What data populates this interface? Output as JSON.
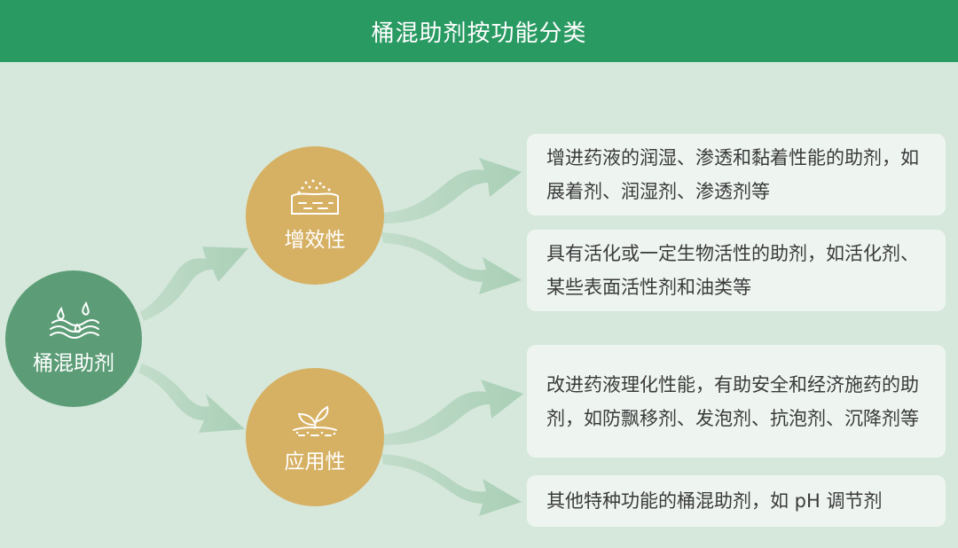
{
  "header": {
    "title": "桶混助剂按功能分类"
  },
  "root": {
    "label": "桶混助剂",
    "icon": "water-drops-waves-icon"
  },
  "categories": [
    {
      "label": "增效性",
      "icon": "soil-sprinkle-icon"
    },
    {
      "label": "应用性",
      "icon": "sprout-icon"
    }
  ],
  "descriptions": [
    "增进药液的润湿、渗透和黏着性能的助剂，如展着剂、润湿剂、渗透剂等",
    "具有活化或一定生物活性的助剂，如活化剂、某些表面活性剂和油类等",
    "改进药液理化性能，有助安全和经济施药的助剂，如防飘移剂、发泡剂、抗泡剂、沉降剂等",
    "其他特种功能的桶混助剂，如 pH 调节剂"
  ],
  "colors": {
    "header": "#2a9a63",
    "background": "#d6e8dc",
    "root_node": "#5c9d77",
    "category_node": "#d6b063",
    "arrow": "#b5d5c0",
    "card": "#eef5f0"
  }
}
